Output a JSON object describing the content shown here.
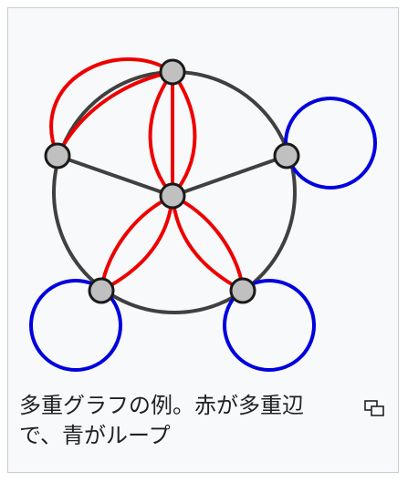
{
  "caption": {
    "line1": "多重グラフの例。赤が多重辺",
    "line2": "で、青がループ"
  },
  "diagram": {
    "vertex_fill": "#c0c0c0",
    "vertex_stroke": "#1a1a1a",
    "simple_edge_color": "#404040",
    "multi_edge_color": "#ee0000",
    "loop_color": "#0000dd",
    "vertices": [
      "top",
      "left",
      "right",
      "center",
      "bottom-left",
      "bottom-right"
    ],
    "multi_edges": [
      "top-left x2",
      "top-center x3",
      "center-bottom-left x2",
      "center-bottom-right x2"
    ],
    "loops": [
      "right",
      "bottom-left",
      "bottom-right"
    ]
  },
  "icons": {
    "magnify": "magnify-icon"
  }
}
